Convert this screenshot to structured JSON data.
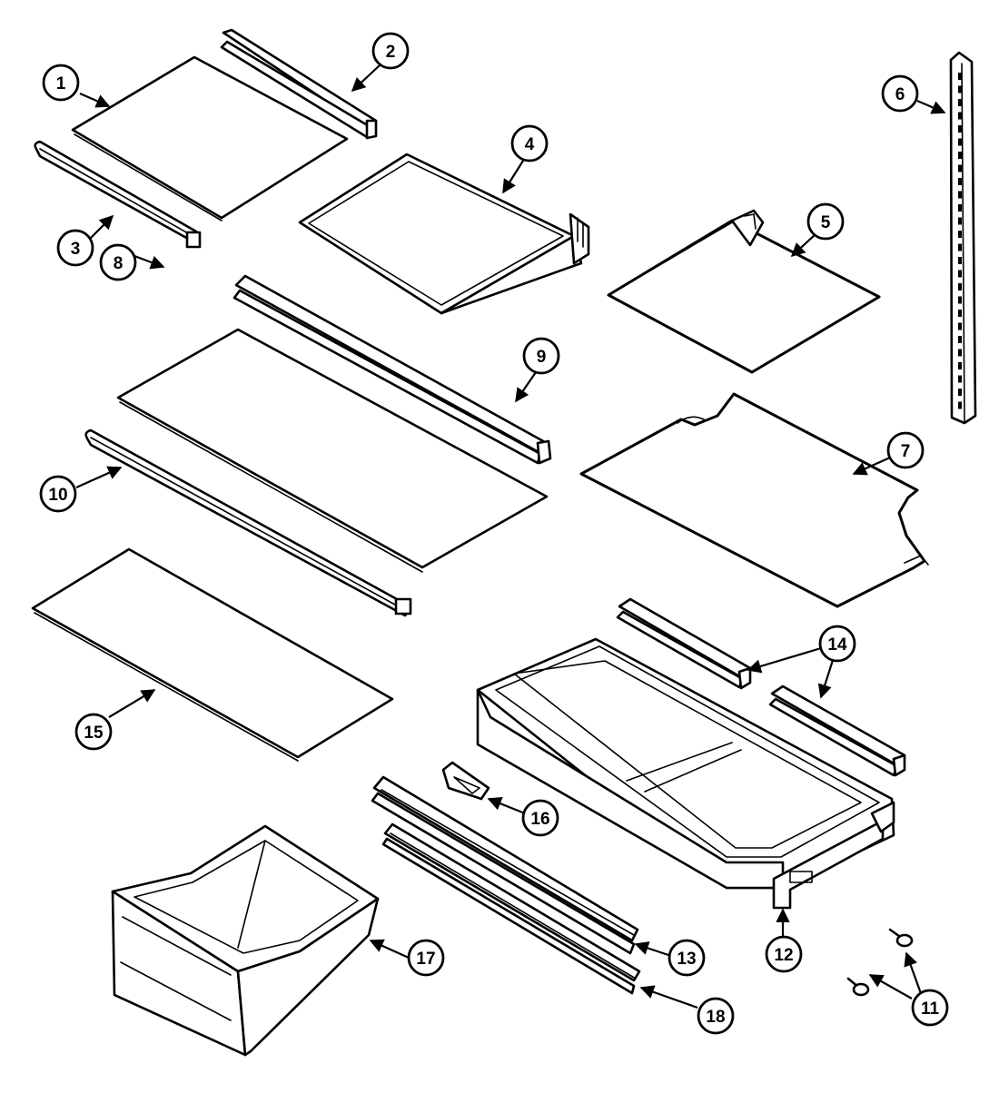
{
  "diagram": {
    "callouts": [
      {
        "label": "1"
      },
      {
        "label": "2"
      },
      {
        "label": "3"
      },
      {
        "label": "4"
      },
      {
        "label": "5"
      },
      {
        "label": "6"
      },
      {
        "label": "7"
      },
      {
        "label": "8"
      },
      {
        "label": "9"
      },
      {
        "label": "10"
      },
      {
        "label": "11"
      },
      {
        "label": "12"
      },
      {
        "label": "13"
      },
      {
        "label": "14"
      },
      {
        "label": "15"
      },
      {
        "label": "16"
      },
      {
        "label": "17"
      },
      {
        "label": "18"
      }
    ]
  }
}
